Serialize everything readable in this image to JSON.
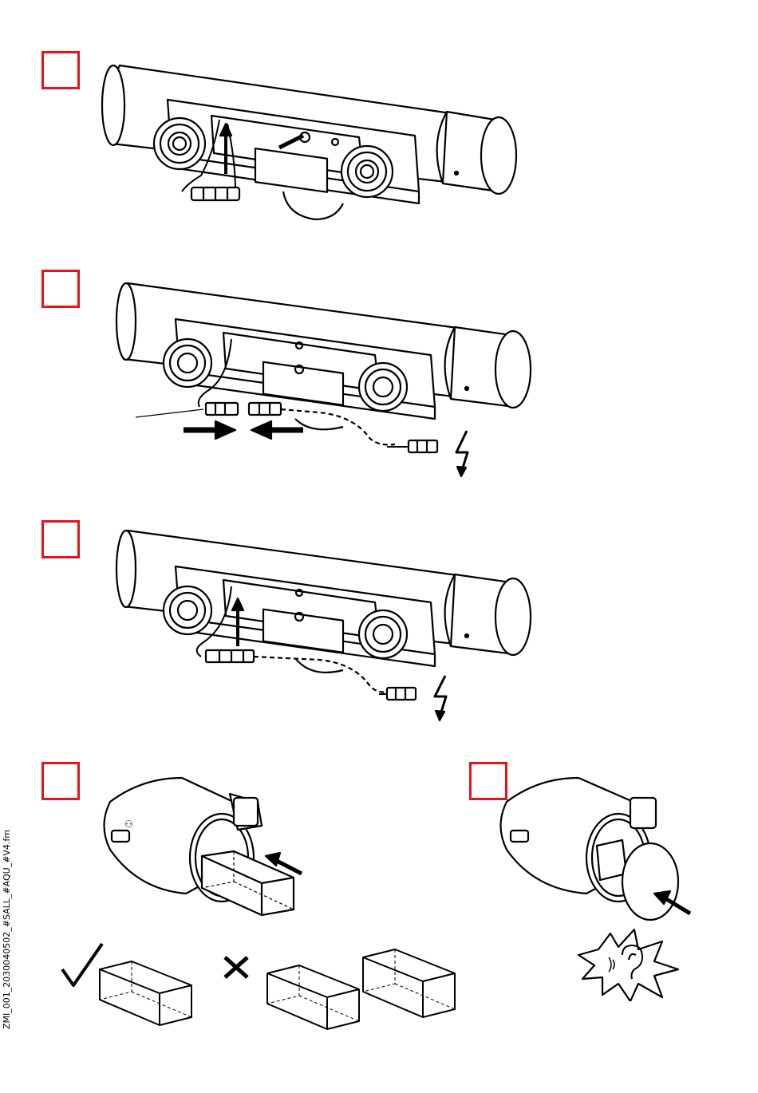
{
  "doc_code": "ZMI_001_2030040502_#SALL_#AQU_#V4.fm",
  "colors": {
    "step_box": "#e3151a",
    "line": "#000000"
  },
  "steps": [
    {
      "id": 1,
      "icon": "connect-cable-into-housing"
    },
    {
      "id": 2,
      "icon": "plug-connectors-together",
      "hazard": "electric-hazard-icon"
    },
    {
      "id": 3,
      "icon": "insert-cable-into-housing",
      "hazard": "electric-hazard-icon"
    },
    {
      "id": 4,
      "icon": "insert-insulation-block",
      "options": [
        "check-mark-icon",
        "cross-mark-icon"
      ]
    },
    {
      "id": 5,
      "icon": "close-cap-audible-click",
      "feedback": "ear-icon"
    }
  ]
}
